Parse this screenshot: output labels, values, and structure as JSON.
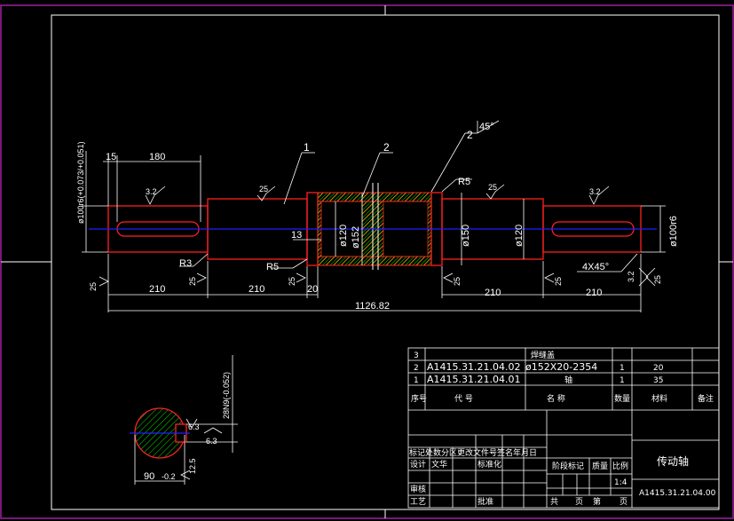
{
  "colors": {
    "background": "#000000",
    "border": "#a020a0",
    "line": "#ffffff",
    "outline": "#ff2020",
    "centerline": "#2020ff",
    "hatch_green": "#00c000",
    "hatch_yellow": "#e0c000"
  },
  "dimensions": {
    "d1": "15",
    "d2": "180",
    "d3": "210",
    "d4": "210",
    "d5": "20",
    "d6": "210",
    "d7": "210",
    "d_total": "1126.82",
    "d_13": "13",
    "dia_left_tol": "ø100r6(+0.073/+0.051)",
    "dia_120a": "ø120",
    "dia_152": "ø152",
    "dia_150": "ø150",
    "dia_120b": "ø120",
    "dia_right": "ø100r6",
    "chamfer": "4X45°",
    "weld_angle": "45°",
    "keyway_depth": "28N9(-0.052)",
    "keyway_width": "90",
    "keyway_width_tol": "-0.2",
    "r3": "R3",
    "r5a": "R5",
    "r5b": "R5"
  },
  "roughness": {
    "r1": "3.2",
    "r2": "25",
    "r3": "25",
    "r4": "3.2",
    "r5": "25",
    "r6": "25",
    "r7": "25",
    "r8": "25",
    "r9": "25",
    "r10": "25",
    "r11": "3.2",
    "r12": "6.3",
    "r13": "12.5",
    "r14": "6.3"
  },
  "balloons": {
    "b1": "1",
    "b2": "2",
    "b3": "2"
  },
  "title_block": {
    "bom": [
      {
        "no": "3",
        "code": "",
        "name": "焊缝盖",
        "qty": "",
        "material": ""
      },
      {
        "no": "2",
        "code": "A1415.31.21.04.02",
        "name": "ø152X20-2354",
        "qty": "1",
        "material": "20"
      },
      {
        "no": "1",
        "code": "A1415.31.21.04.01",
        "name": "轴",
        "qty": "1",
        "material": "35"
      }
    ],
    "headers": {
      "no": "序号",
      "code": "代 号",
      "name": "名 称",
      "qty": "数量",
      "material": "材料",
      "remark": "备注"
    },
    "rev_row": "标记处数分区更改文件号签名年月日",
    "design": "设计",
    "design_name": "文华",
    "standard": "标准化",
    "stage": "阶段标记",
    "mass": "质量",
    "scale": "比例",
    "scale_value": "1:4",
    "review": "审核",
    "process": "工艺",
    "approve": "批准",
    "total": "共",
    "page": "页",
    "sheet": "第",
    "page2": "页",
    "drawing_title": "传动轴",
    "drawing_code": "A1415.31.21.04.00"
  }
}
